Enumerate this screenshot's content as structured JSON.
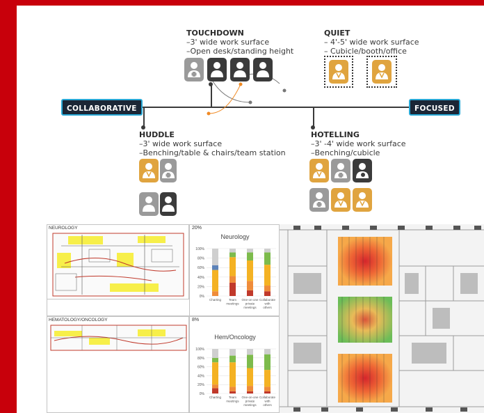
{
  "spectrum": {
    "left_label": "COLLABORATIVE",
    "right_label": "FOCUSED"
  },
  "work_modes": {
    "touchdown": {
      "title": "TOUCHDOWN",
      "line1": "–3' wide work surface",
      "line2": "–Open desk/standing height"
    },
    "quiet": {
      "title": "QUIET",
      "line1": "– 4'-5' wide work surface",
      "line2": "– Cubicle/booth/office"
    },
    "huddle": {
      "title": "HUDDLE",
      "line1": "–3' wide work surface",
      "line2": "–Benching/table & chairs/team station"
    },
    "hotelling": {
      "title": "HOTELLING",
      "line1": "–3' -4' wide work surface",
      "line2": "–Benching/cubicle"
    }
  },
  "icons": {
    "touchdown": [
      "person-plus-icon",
      "person-icon",
      "person-icon",
      "person-icon"
    ],
    "quiet": [
      "doctor-icon",
      "doctor-icon"
    ],
    "huddle": [
      "doctor-icon",
      "person-plus-icon",
      "people-icon",
      "people-icon"
    ],
    "hotelling": [
      "doctor-icon",
      "person-plus-icon",
      "person-phone-icon",
      "person-plus-icon",
      "doctor-icon",
      "doctor-icon"
    ]
  },
  "colors": {
    "brand_red": "#c8000b",
    "gold": "#e0a43f",
    "dark": "#3b3b3b",
    "gray": "#9a9a9a",
    "accent_orange": "#f08a24",
    "label_border": "#29a9d6"
  },
  "panels": {
    "neurology": {
      "label": "NEUROLOGY",
      "pct": "20%"
    },
    "hemonc": {
      "label": "HEMATOLOGY/ONCOLOGY",
      "pct": "8%"
    }
  },
  "chart_data": [
    {
      "type": "bar",
      "title": "Neurology",
      "categories": [
        "Charting",
        "Team meetings",
        "One-on-one private meetings",
        "Collaborate with others"
      ],
      "ylim": [
        0,
        100
      ],
      "yticks": [
        "0%",
        "20%",
        "40%",
        "60%",
        "80%",
        "100%"
      ],
      "series": [
        {
          "color": "#c0392b",
          "values": [
            0,
            28,
            12,
            10
          ]
        },
        {
          "color": "#ef8c3a",
          "values": [
            10,
            14,
            20,
            12
          ]
        },
        {
          "color": "#f4b223",
          "values": [
            45,
            40,
            43,
            44
          ]
        },
        {
          "color": "#5c82b8",
          "values": [
            10,
            0,
            0,
            0
          ]
        },
        {
          "color": "#7dbb4c",
          "values": [
            0,
            10,
            17,
            26
          ]
        },
        {
          "color": "#cfcfcf",
          "values": [
            35,
            8,
            8,
            8
          ]
        }
      ]
    },
    {
      "type": "bar",
      "title": "Hem/Oncology",
      "categories": [
        "Charting",
        "Team meetings",
        "One-on-one private meetings",
        "Collaborate with others"
      ],
      "ylim": [
        0,
        100
      ],
      "yticks": [
        "0%",
        "20%",
        "40%",
        "60%",
        "80%",
        "100%"
      ],
      "series": [
        {
          "color": "#c0392b",
          "values": [
            12,
            5,
            5,
            5
          ]
        },
        {
          "color": "#ef8c3a",
          "values": [
            8,
            10,
            12,
            10
          ]
        },
        {
          "color": "#f4b223",
          "values": [
            50,
            55,
            40,
            38
          ]
        },
        {
          "color": "#7dbb4c",
          "values": [
            10,
            15,
            30,
            35
          ]
        },
        {
          "color": "#cfcfcf",
          "values": [
            20,
            15,
            13,
            12
          ]
        }
      ]
    }
  ]
}
